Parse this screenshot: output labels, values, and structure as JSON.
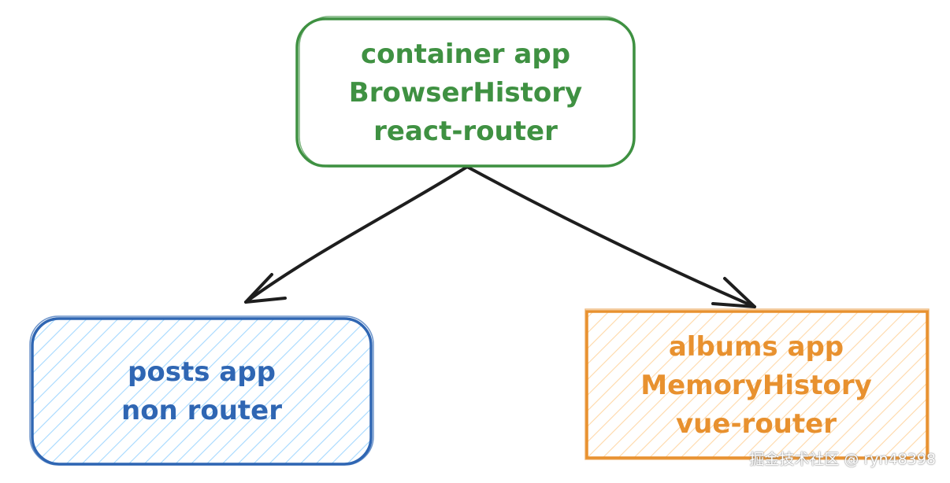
{
  "nodes": {
    "container": {
      "lines": [
        "container app",
        "BrowserHistory",
        "react-router"
      ],
      "stroke": "#3f9142",
      "text_color": "#3f9142"
    },
    "posts": {
      "lines": [
        "posts app",
        "non router"
      ],
      "stroke": "#2f66b3",
      "fill": "#a5d8ff",
      "text_color": "#2f66b3"
    },
    "albums": {
      "lines": [
        "albums app",
        "MemoryHistory",
        "vue-router"
      ],
      "stroke": "#e8912f",
      "fill": "#ffd8a8",
      "text_color": "#e8912f"
    }
  },
  "edges": [
    {
      "from": "container",
      "to": "posts"
    },
    {
      "from": "container",
      "to": "albums"
    }
  ],
  "edge_color": "#1e1e1e",
  "watermark": "掘金技术社区 @ ryn48398"
}
